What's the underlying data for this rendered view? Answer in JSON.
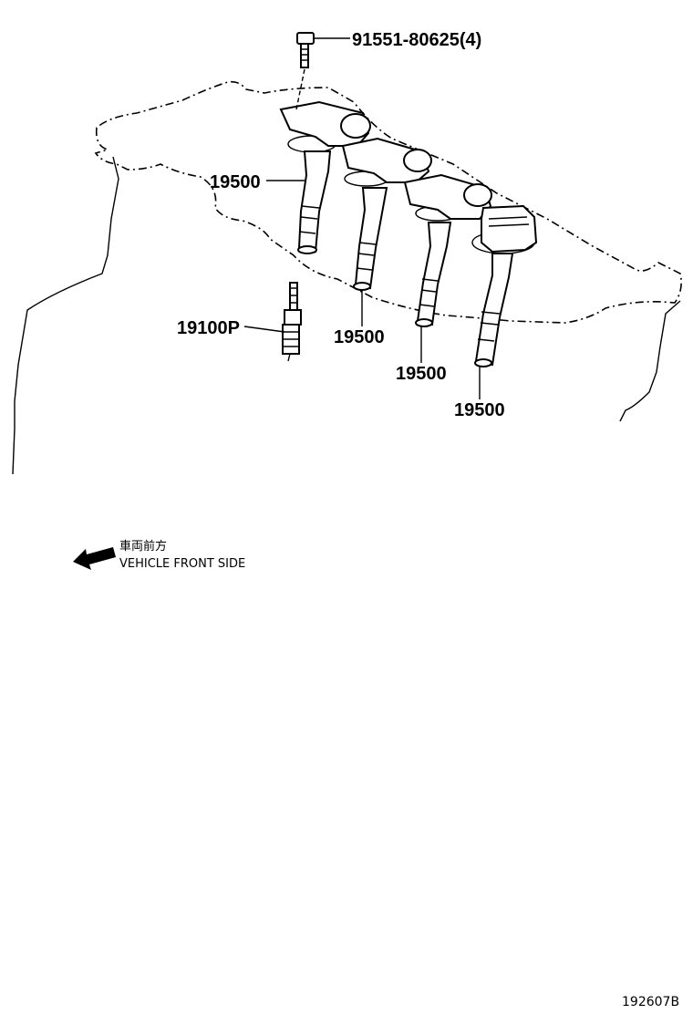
{
  "labels": {
    "bolt": "91551-80625(4)",
    "coil_1": "19500",
    "coil_2": "19500",
    "coil_3": "19500",
    "coil_4": "19500",
    "spark_plug": "19100P"
  },
  "direction": {
    "text_jp": "車両前方",
    "text_en": "VEHICLE FRONT SIDE"
  },
  "figure_ref": "192607B"
}
